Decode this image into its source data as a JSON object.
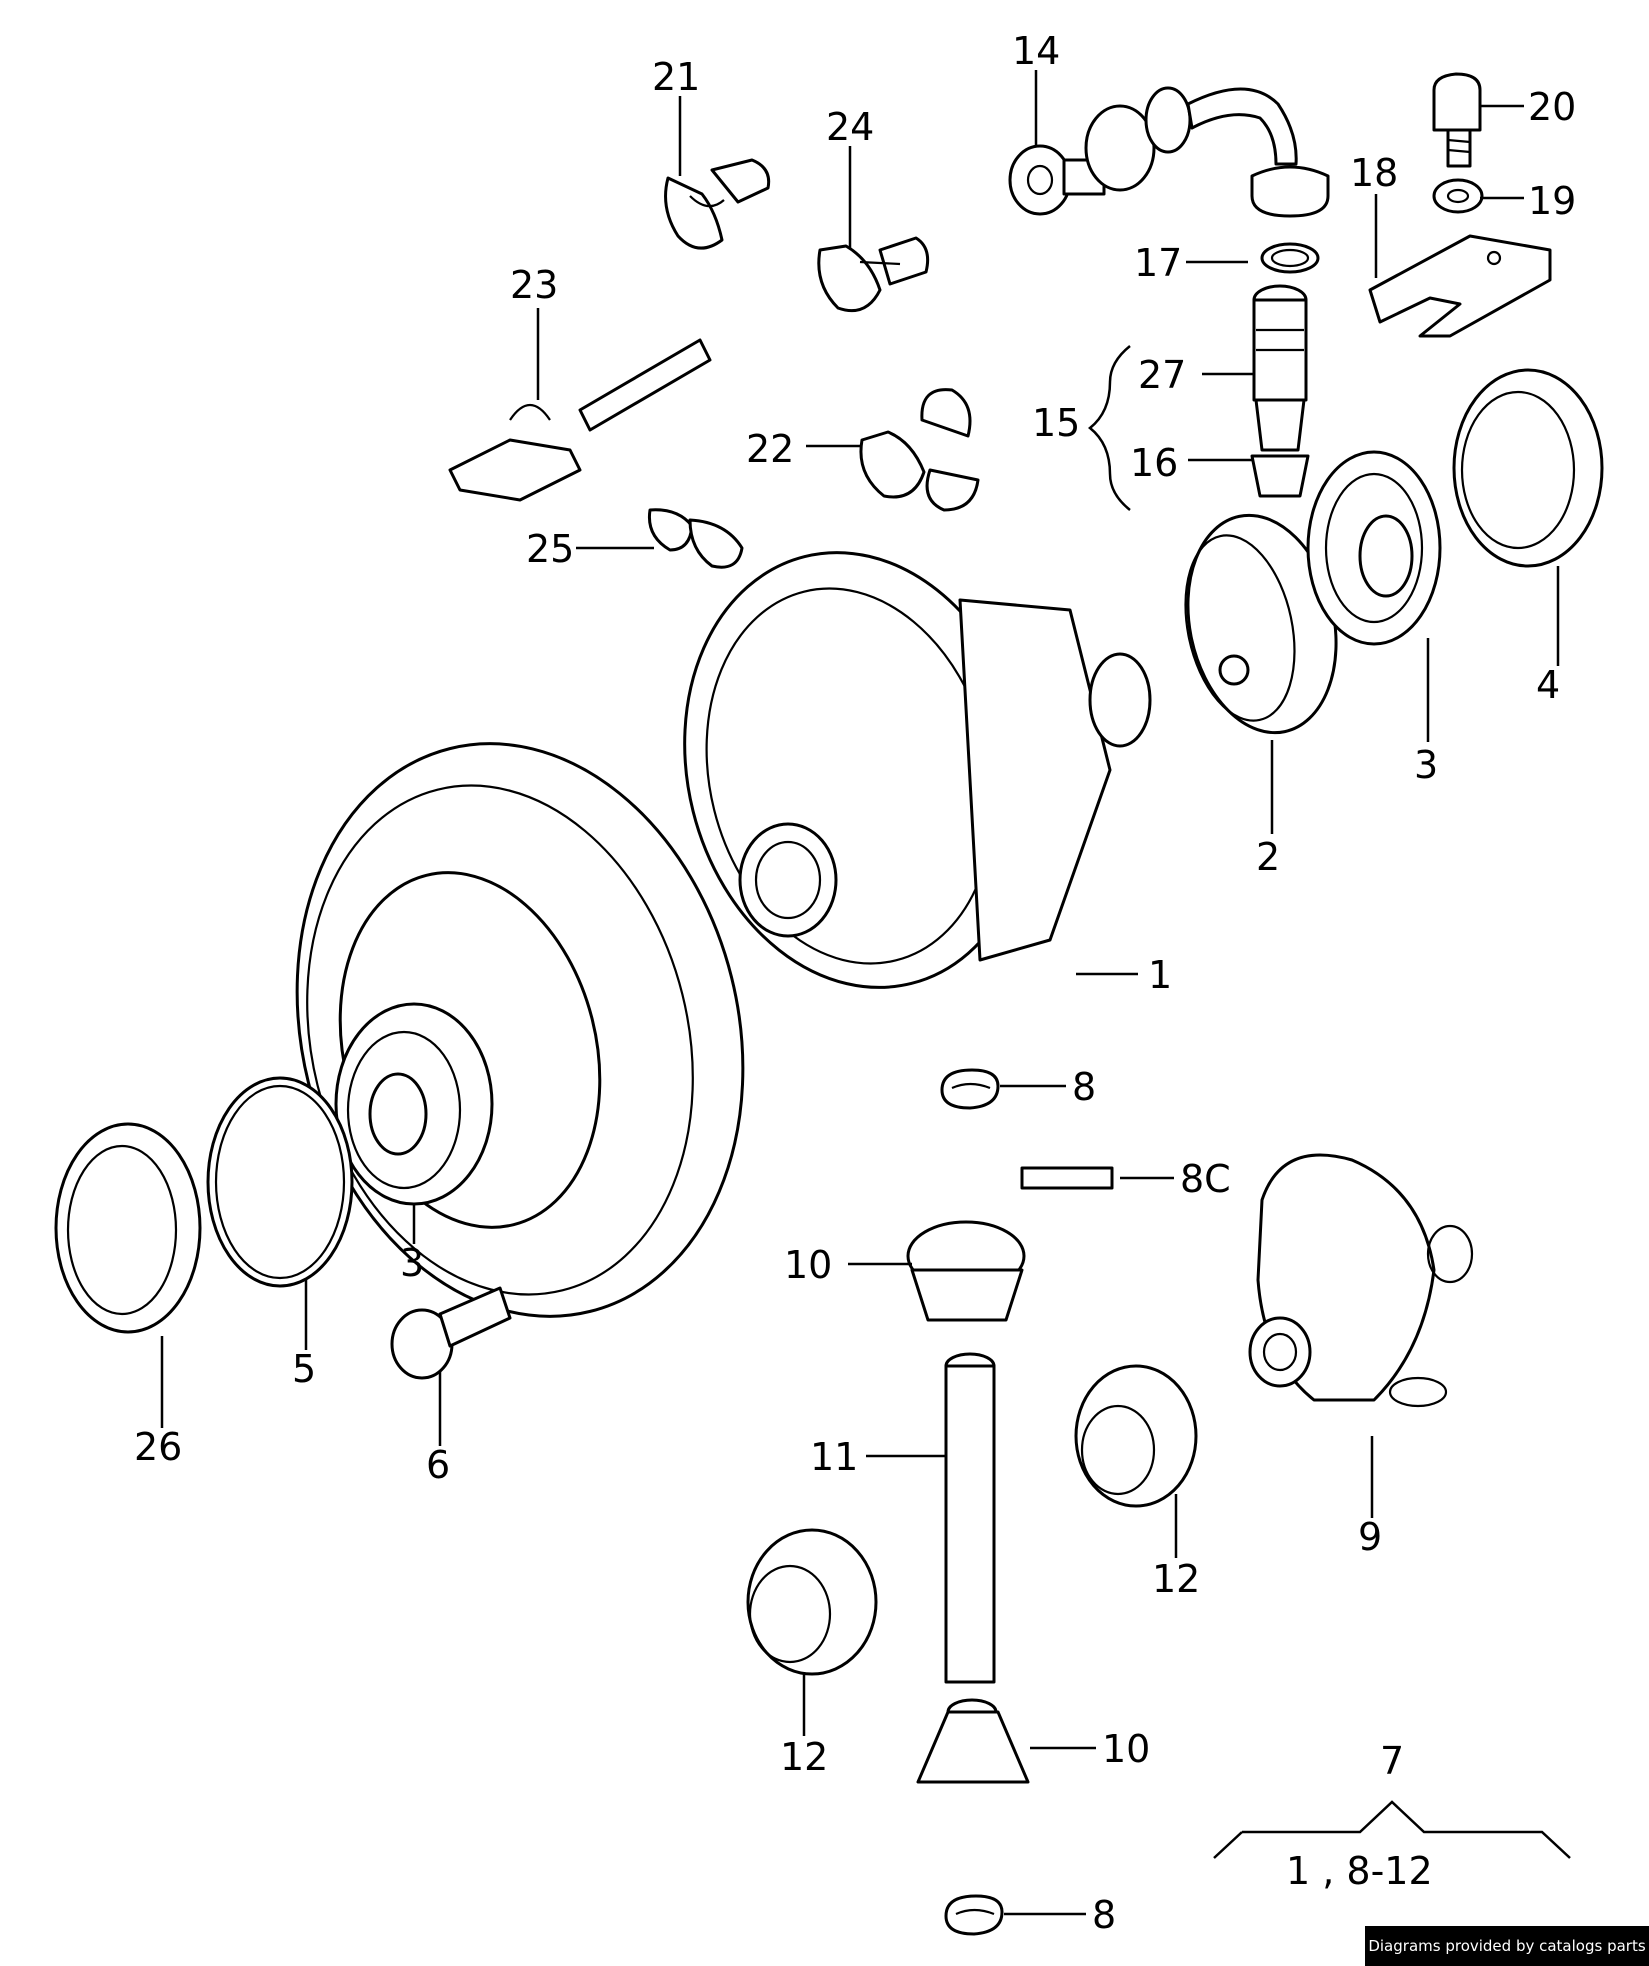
{
  "callouts": [
    {
      "id": "c21",
      "text": "21"
    },
    {
      "id": "c24",
      "text": "24"
    },
    {
      "id": "c14",
      "text": "14"
    },
    {
      "id": "c20",
      "text": "20"
    },
    {
      "id": "c18",
      "text": "18"
    },
    {
      "id": "c19",
      "text": "19"
    },
    {
      "id": "c17",
      "text": "17"
    },
    {
      "id": "c23",
      "text": "23"
    },
    {
      "id": "c27",
      "text": "27"
    },
    {
      "id": "c15",
      "text": "15"
    },
    {
      "id": "c16",
      "text": "16"
    },
    {
      "id": "c22",
      "text": "22"
    },
    {
      "id": "c25",
      "text": "25"
    },
    {
      "id": "c4",
      "text": "4"
    },
    {
      "id": "c3a",
      "text": "3"
    },
    {
      "id": "c2",
      "text": "2"
    },
    {
      "id": "c1",
      "text": "1"
    },
    {
      "id": "c8a",
      "text": "8"
    },
    {
      "id": "c8c",
      "text": "8C"
    },
    {
      "id": "c3b",
      "text": "3"
    },
    {
      "id": "c10a",
      "text": "10"
    },
    {
      "id": "c26",
      "text": "26"
    },
    {
      "id": "c5",
      "text": "5"
    },
    {
      "id": "c6",
      "text": "6"
    },
    {
      "id": "c11",
      "text": "11"
    },
    {
      "id": "c9",
      "text": "9"
    },
    {
      "id": "c12a",
      "text": "12"
    },
    {
      "id": "c12b",
      "text": "12"
    },
    {
      "id": "c10b",
      "text": "10"
    },
    {
      "id": "c7",
      "text": "7"
    },
    {
      "id": "c8b",
      "text": "8"
    }
  ],
  "group_note": "1 , 8-12",
  "watermark": "Diagrams provided by catalogs parts"
}
